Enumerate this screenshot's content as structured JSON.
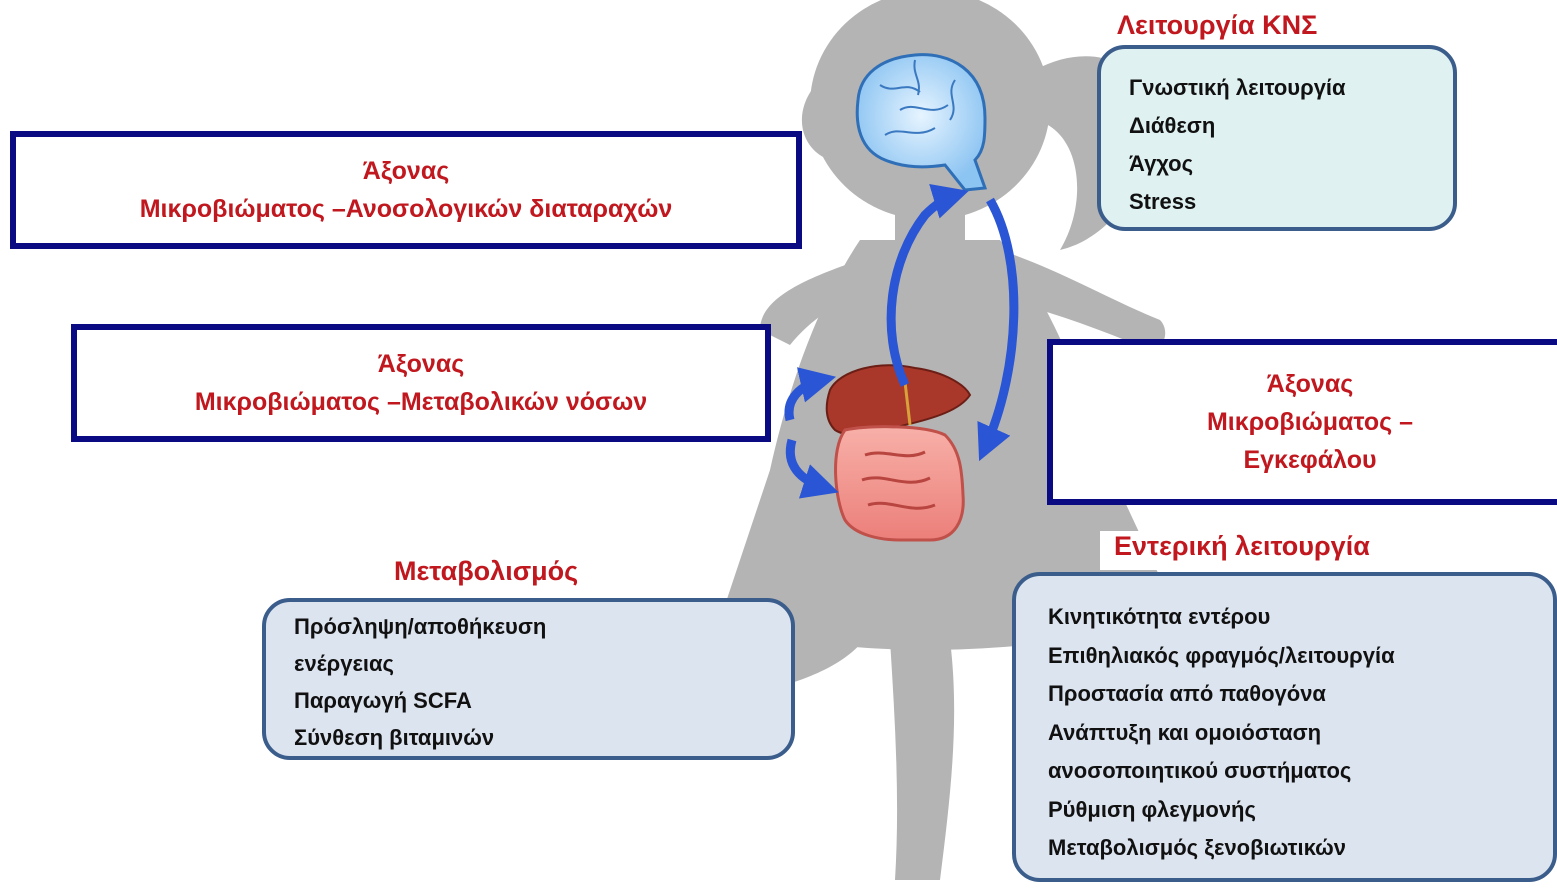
{
  "axes": {
    "immune": {
      "line1": "Άξονας",
      "line2": "Μικροβιώματος –Ανοσολογικών διαταραχών"
    },
    "metabolic": {
      "line1": "Άξονας",
      "line2": "Μικροβιώματος –Μεταβολικών νόσων"
    },
    "brain": {
      "line1": "Άξονας",
      "line2": "Μικροβιώματος –",
      "line3": "Εγκεφάλου"
    }
  },
  "cns": {
    "heading": "Λειτουργία ΚΝΣ",
    "items": [
      "Γνωστική λειτουργία",
      "Διάθεση",
      "Άγχος",
      "Stress"
    ]
  },
  "metabolism": {
    "heading": "Μεταβολισμός",
    "items": [
      "Πρόσληψη/αποθήκευση",
      "ενέργειας",
      "Παραγωγή SCFA",
      "Σύνθεση βιταμινών"
    ]
  },
  "gut": {
    "heading": "Εντερική λειτουργία",
    "items": [
      "Κινητικότητα εντέρου",
      "Επιθηλιακός φραγμός/λειτουργία",
      "Προστασία από παθογόνα",
      "Ανάπτυξη και ομοιόσταση",
      "ανοσοποιητικού συστήματος",
      "Ρύθμιση φλεγμονής",
      "Μεταβολισμός ξενοβιωτικών"
    ]
  },
  "colors": {
    "axis_border": "#0a0a82",
    "heading_text": "#c0181e",
    "cns_fill": "#dff1f1",
    "box_fill": "#dce4f0",
    "arrow": "#2a55d4",
    "silhouette": "#b4b4b4"
  },
  "icons": [
    "girl-silhouette",
    "brain-icon",
    "liver-icon",
    "intestine-icon"
  ]
}
